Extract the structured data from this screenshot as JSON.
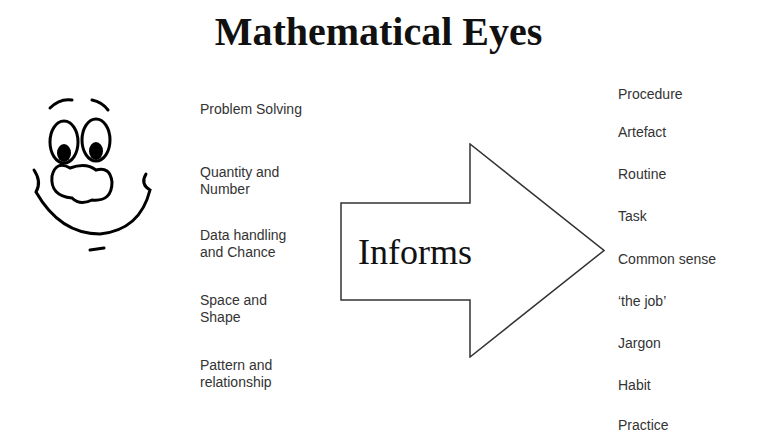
{
  "diagram": {
    "title": "Mathematical Eyes",
    "nodes": [
      {
        "text": [
          "Informs"
        ]
      }
    ],
    "labels": [
      "Problem Solving",
      "Quantity and Number",
      "Data handling and Chance",
      "Space and Shape",
      "Pattern and relationship",
      "Procedure",
      "Artefact",
      "Routine",
      "Task",
      "Common sense",
      "‘the job’",
      "Jargon",
      "Habit",
      "Practice"
    ]
  }
}
